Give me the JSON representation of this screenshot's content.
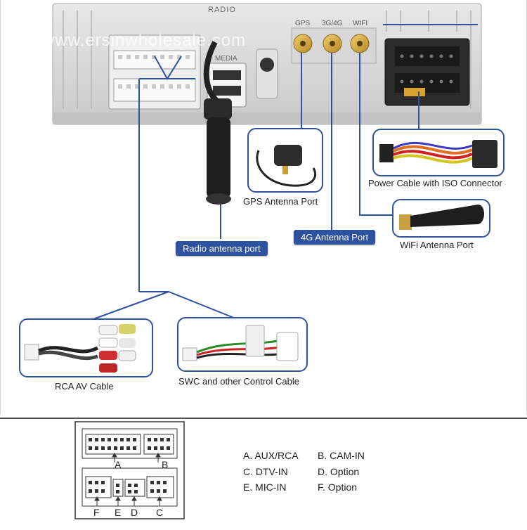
{
  "head_unit": {
    "labels": {
      "radio": "RADIO",
      "media": "MEDIA",
      "gps": "GPS",
      "g3g4": "3G/4G",
      "wifi": "WIFI"
    },
    "watermark": "www.ersinwholesale.com"
  },
  "callouts": {
    "power_cable": "Power Cable with ISO Connector",
    "gps_port": "GPS Antenna Port",
    "antenna_4g": "4G Antenna Port",
    "wifi_port": "WiFi Antenna Port",
    "radio_port": "Radio antenna port",
    "rca_cable": "RCA AV Cable",
    "swc_cable": "SWC and other Control Cable"
  },
  "pinout": {
    "top_labels": [
      "A",
      "B"
    ],
    "bottom_labels": [
      "F",
      "E",
      "D",
      "C"
    ]
  },
  "legend": {
    "a": "A. AUX/RCA",
    "b": "B. CAM-IN",
    "c": "C. DTV-IN",
    "d": "D. Option",
    "e": "E. MIC-IN",
    "f": "F. Option"
  },
  "colors": {
    "accent_blue": "#2f52a0",
    "gold": "#d4a93a",
    "panel_gray": "#dcdcdc"
  }
}
